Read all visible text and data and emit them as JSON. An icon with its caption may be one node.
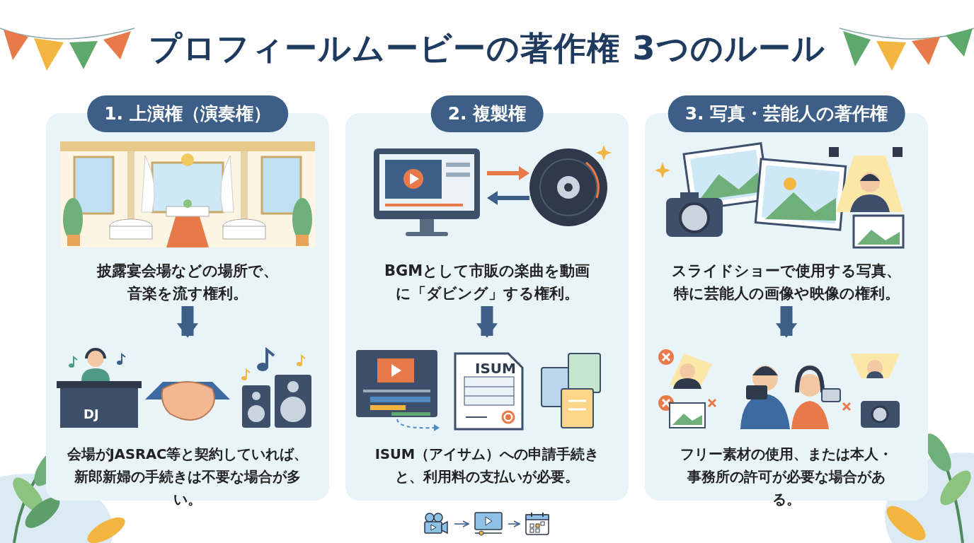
{
  "diagram": {
    "title": "プロフィールムービーの著作権 3つのルール",
    "nodes": [
      {
        "text": [
          "1. 上演権（演奏権）",
          "会場がJASRAC等と契約していれば、新郎新婦の手続きは不要な場合が多い。"
        ]
      },
      {
        "text": [
          "披露宴会場などの場所で、音楽を流す権利。"
        ],
        "in": 0
      },
      {
        "text": [],
        "shape": "picture",
        "in": 0
      },
      {
        "text": [
          "2. 複製権",
          "ISUM（アイサム）への申請手続きと、利用料の支払いが必要。"
        ]
      },
      {
        "text": [
          "BGMとして市販の楽曲を動画に「ダビング」する権利。"
        ],
        "in": 3
      },
      {
        "text": [],
        "shape": "picture",
        "in": 3
      },
      {
        "text": [
          "3. 写真・芸能人の著作権",
          "フリー素材の使用、または本人・事務所の許可が必要な場合がある。"
        ]
      },
      {
        "text": [
          "スライドショーで使用する写真、特に芸能人の画像や映像の権利。"
        ],
        "in": 6
      },
      {
        "text": [],
        "shape": "picture",
        "in": 6
      },
      {
        "text": [],
        "shape": "picture"
      },
      {
        "text": [],
        "shape": "picture"
      },
      {
        "text": [],
        "shape": "picture"
      }
    ],
    "edges": [
      {
        "from": 1,
        "to": 2,
        "arrow": "to"
      },
      {
        "from": 4,
        "to": 5,
        "arrow": "to"
      },
      {
        "from": 7,
        "to": 8,
        "arrow": "to"
      },
      {
        "from": 9,
        "to": 10,
        "arrow": "to"
      },
      {
        "from": 10,
        "to": 11,
        "arrow": "to"
      }
    ],
    "labels": [
      "DJ",
      "ISUM"
    ]
  }
}
